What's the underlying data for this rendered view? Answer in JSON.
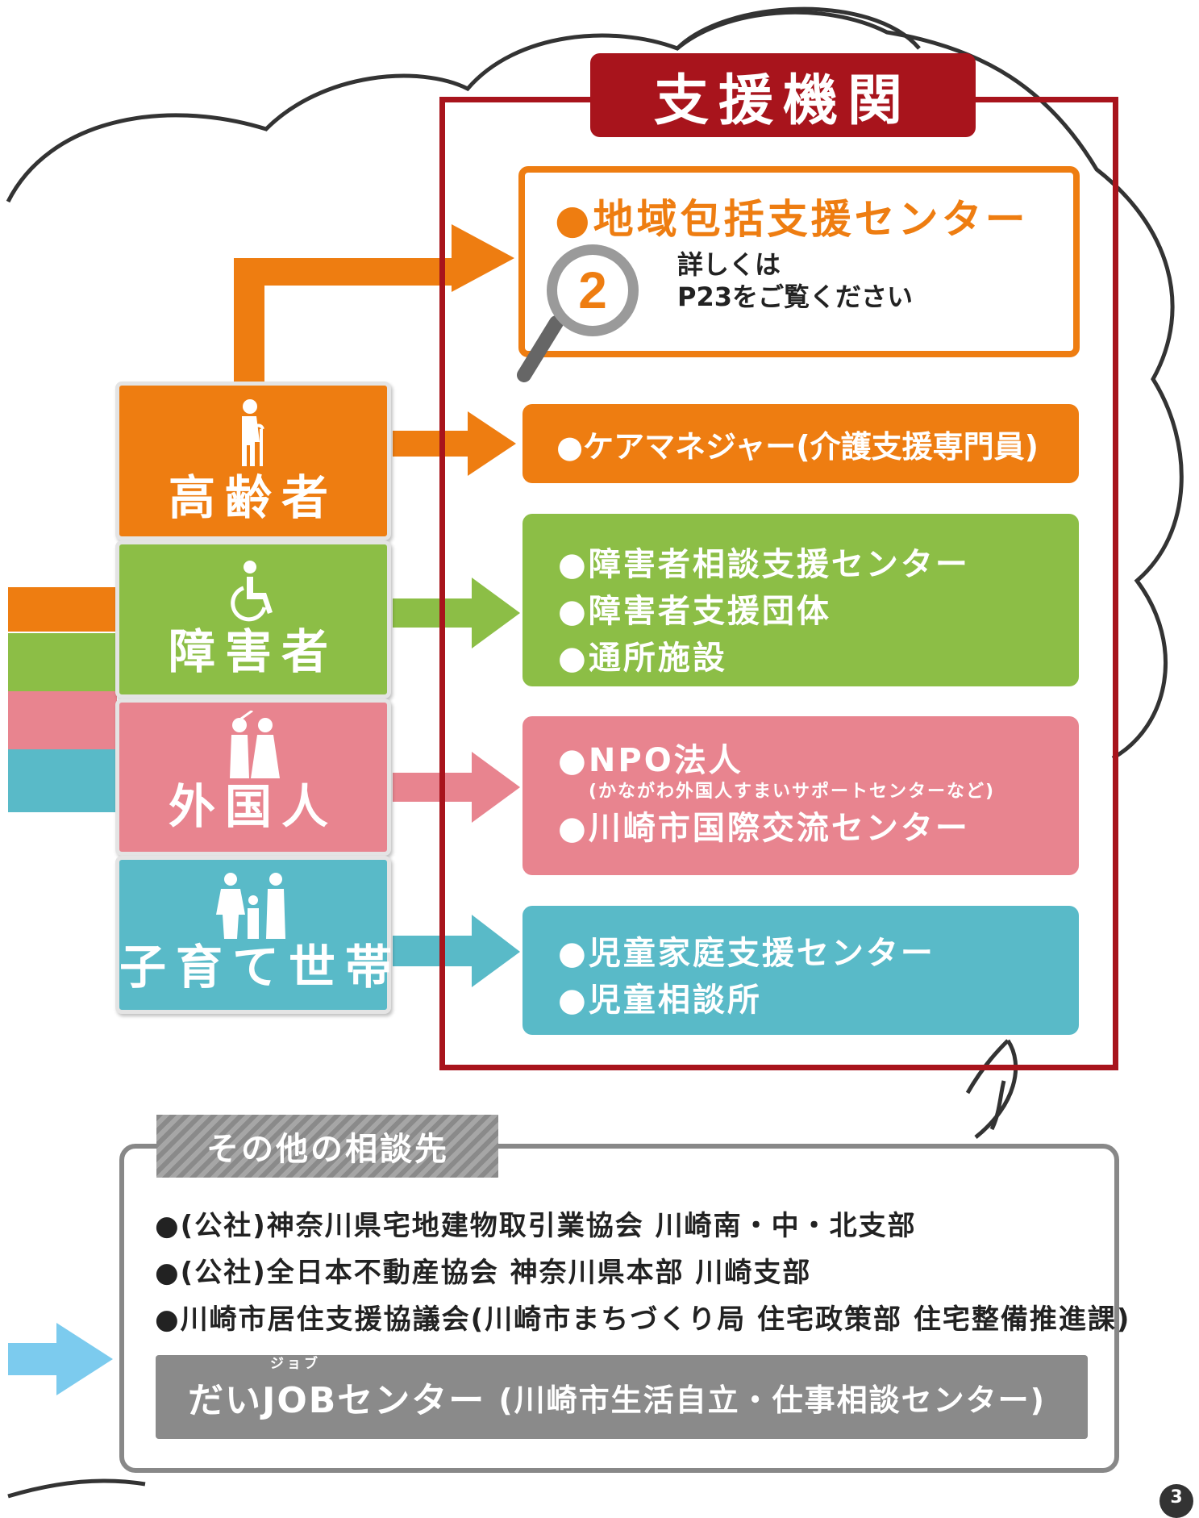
{
  "frame": {
    "title": "支援機関"
  },
  "organizations": {
    "chiiki": {
      "name": "●地域包括支援センター",
      "badge": "2",
      "note_line1": "詳しくは",
      "note_line2": "P23をご覧ください"
    },
    "care": "●ケアマネジャー(介護支援専門員)",
    "disability": [
      "●障害者相談支援センター",
      "●障害者支援団体",
      "●通所施設"
    ],
    "foreigner": {
      "line1": "●NPO法人",
      "line2": "(かながわ外国人すまいサポートセンターなど)",
      "line3": "●川崎市国際交流センター"
    },
    "child": [
      "●児童家庭支援センター",
      "●児童相談所"
    ]
  },
  "categories": {
    "elderly": {
      "label": "高齢者",
      "icon": "elderly-person-icon"
    },
    "disabled": {
      "label": "障害者",
      "icon": "wheelchair-icon"
    },
    "foreigner": {
      "label": "外国人",
      "icon": "foreign-couple-icon"
    },
    "child": {
      "label": "子育て世帯",
      "icon": "family-icon"
    }
  },
  "other": {
    "title": "その他の相談先",
    "items": [
      "●(公社)神奈川県宅地建物取引業協会 川崎南・中・北支部",
      "●(公社)全日本不動産協会 神奈川県本部 川崎支部",
      "●川崎市居住支援協議会(川崎市まちづくり局 住宅政策部 住宅整備推進課)"
    ],
    "job_ruby": "ジョブ",
    "job_main": "だいJOBセンター",
    "job_sub": "(川崎市生活自立・仕事相談センター)"
  },
  "page_number": "3",
  "colors": {
    "frame": "#a8141c",
    "elderly": "#ee7d11",
    "disabled": "#8cbe46",
    "foreigner": "#e8848f",
    "child": "#59bac8",
    "other": "#8a8a8a",
    "incoming_arrow": "#7ccbee"
  }
}
